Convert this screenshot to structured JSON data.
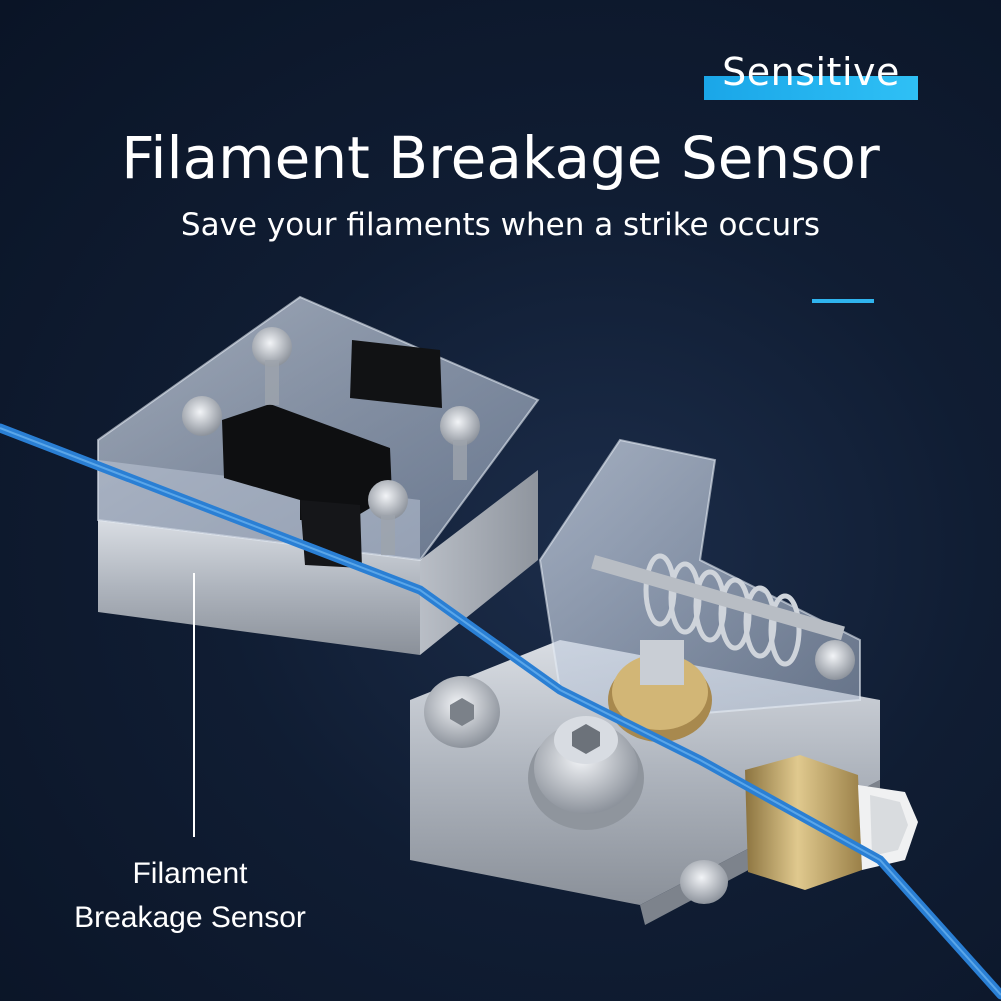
{
  "badge": {
    "label": "Sensitive",
    "color": "#1fb0ee"
  },
  "header": {
    "title": "Filament Breakage Sensor",
    "subtitle": "Save your filaments when a strike occurs"
  },
  "callout": {
    "line1": "Filament",
    "line2": "Breakage Sensor"
  },
  "colors": {
    "background": "#0e1a2f",
    "filament": "#2a7fd4",
    "accent": "#2fb4ee"
  }
}
